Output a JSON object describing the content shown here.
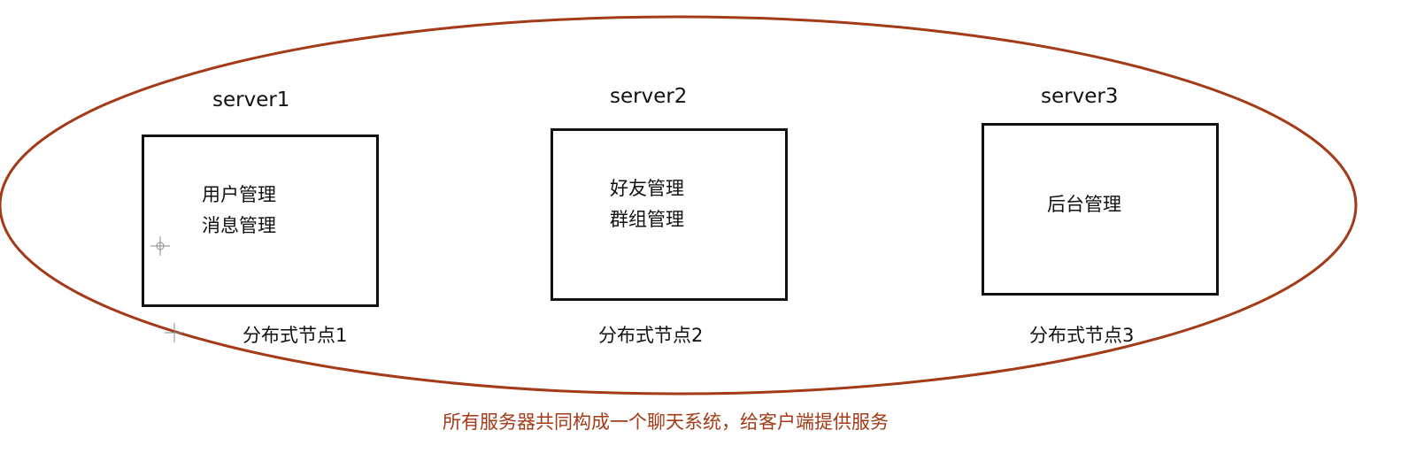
{
  "diagram": {
    "ellipse_color": "#a33a18",
    "box_color": "#111111",
    "nodes": [
      {
        "server": "server1",
        "modules": [
          "用户管理",
          "消息管理"
        ],
        "caption": "分布式节点1"
      },
      {
        "server": "server2",
        "modules": [
          "好友管理",
          "群组管理"
        ],
        "caption": "分布式节点2"
      },
      {
        "server": "server3",
        "modules": [
          "后台管理"
        ],
        "caption": "分布式节点3"
      }
    ],
    "footer": "所有服务器共同构成一个聊天系统，给客户端提供服务"
  }
}
